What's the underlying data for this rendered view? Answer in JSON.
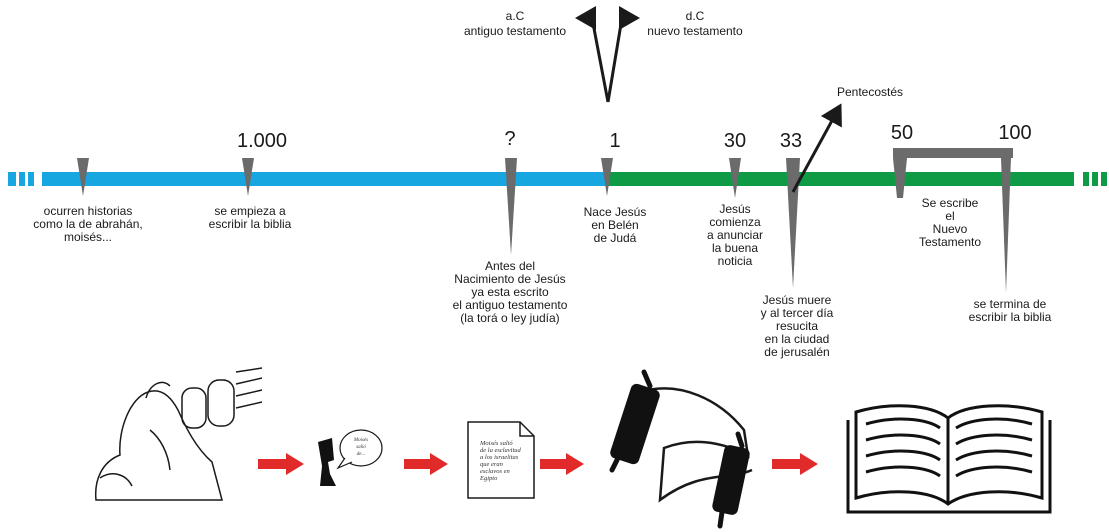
{
  "era": {
    "before_label": "a.C\nantiguo testamento",
    "after_label": "d.C\nnuevo testamento"
  },
  "timeline": {
    "colors": {
      "old": "#18a6e0",
      "new": "#0f9a46",
      "marker": "#6b6b6b",
      "arrow": "#e12a2a"
    },
    "markers": {
      "m0": {
        "label": "ocurren historias\ncomo la de abrahán,\nmoisés..."
      },
      "m1000": {
        "number": "1.000",
        "label": "se empieza a\nescribir la biblia"
      },
      "mq": {
        "number": "?",
        "label": "Antes del\nNacimiento de Jesús\nya esta escrito\nel antiguo testamento\n(la torá o ley judía)"
      },
      "m1": {
        "number": "1",
        "label": "Nace Jesús\nen Belén\nde Judá"
      },
      "m30": {
        "number": "30",
        "label": "Jesús\ncomienza\na anunciar\nla buena\nnoticia"
      },
      "m33": {
        "number": "33",
        "label": "Jesús muere\ny al tercer día\nresucita\nen la ciudad\nde jerusalén"
      },
      "pentecost": {
        "label": "Pentecostés"
      },
      "m50": {
        "number": "50",
        "label": "Se escribe\nel\nNuevo\nTestamento"
      },
      "m100": {
        "number": "100",
        "label": "se termina de\nescribir la biblia"
      }
    }
  },
  "stages": {
    "icons": [
      "moses-tablets-icon",
      "speaking-head-icon",
      "written-page-icon",
      "scroll-icon",
      "open-book-icon"
    ],
    "speech_text": "Moisés\nsalió\nde...",
    "page_text": "Moisés salió\nde la esclavitud\na los israelitas\nque eran\nesclavos en\nEgipto"
  }
}
